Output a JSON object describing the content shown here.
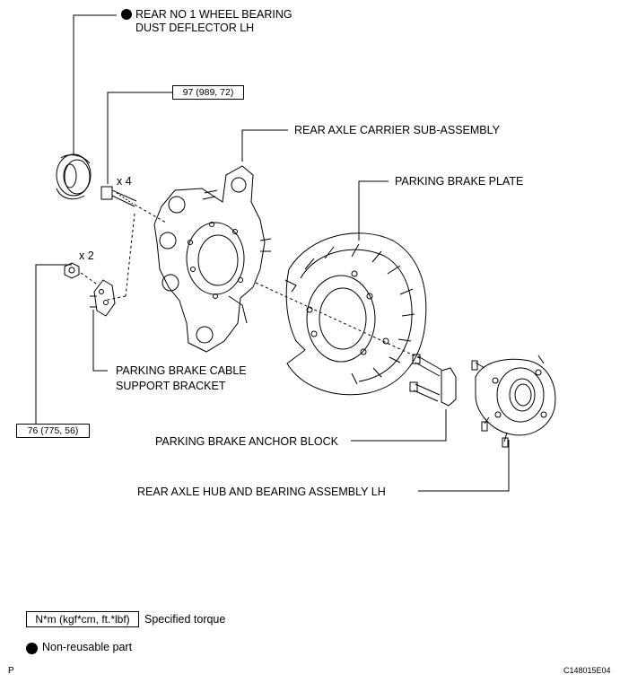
{
  "labels": {
    "dust_deflector_line1": "REAR NO  1 WHEEL BEARING",
    "dust_deflector_line2": "DUST DEFLECTOR LH",
    "carrier": "REAR AXLE CARRIER SUB-ASSEMBLY",
    "brake_plate": "PARKING BRAKE PLATE",
    "cable_bracket_line1": "PARKING BRAKE CABLE",
    "cable_bracket_line2": "SUPPORT BRACKET",
    "anchor_block": "PARKING BRAKE ANCHOR BLOCK",
    "hub_bearing": "REAR AXLE HUB AND BEARING ASSEMBLY LH",
    "bolt_qty": "x 4",
    "nut_qty": "x 2"
  },
  "torques": {
    "bolt": "97 (989, 72)",
    "nut": "76 (775, 56)"
  },
  "legend": {
    "torque_unit": "N*m (kgf*cm, ft.*lbf)",
    "torque_desc": "Specified torque",
    "nonreusable_desc": "Non-reusable part"
  },
  "footer": {
    "left_code": "P",
    "figure_id": "C148015E04"
  },
  "icons": {
    "nonreusable": "filled-circle-icon"
  }
}
